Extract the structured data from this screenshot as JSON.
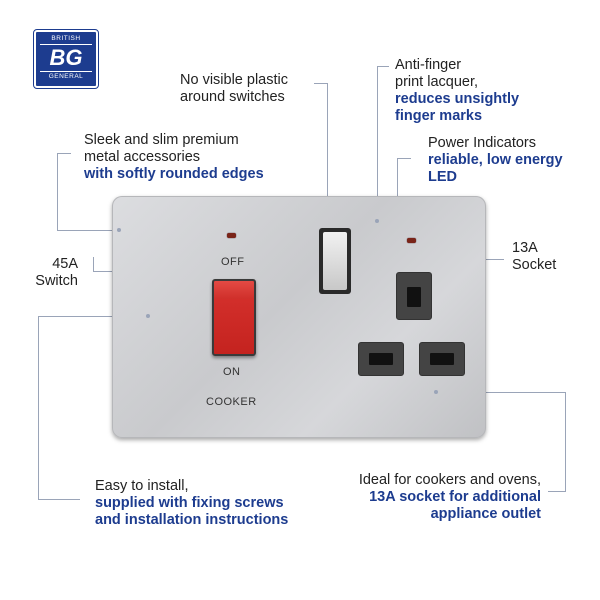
{
  "brand": {
    "top": "BRITISH",
    "mid": "BG",
    "bottom": "GENERAL",
    "color": "#1d3c8f"
  },
  "annotations": {
    "plastic": {
      "line1": "No visible plastic",
      "line2": "around switches"
    },
    "lacquer": {
      "line1": "Anti-finger",
      "line2": "print lacquer,",
      "em1": "reduces unsightly",
      "em2": "finger marks"
    },
    "power": {
      "line1": "Power Indicators",
      "em1": "reliable, low energy",
      "em2": "LED"
    },
    "sleek": {
      "line1": "Sleek and slim premium",
      "line2": "metal accessories",
      "em1": "with softly rounded edges"
    },
    "switch45": {
      "line1": "45A",
      "line2": "Switch"
    },
    "socket13": {
      "line1": "13A",
      "line2": "Socket"
    },
    "install": {
      "line1": "Easy to install,",
      "em1": "supplied with fixing screws",
      "em2": "and installation instructions"
    },
    "cookers": {
      "line1": "Ideal for cookers and ovens,",
      "em1": "13A socket for additional",
      "em2": "appliance outlet"
    }
  },
  "plate": {
    "off": "OFF",
    "on": "ON",
    "cooker": "COOKER"
  }
}
